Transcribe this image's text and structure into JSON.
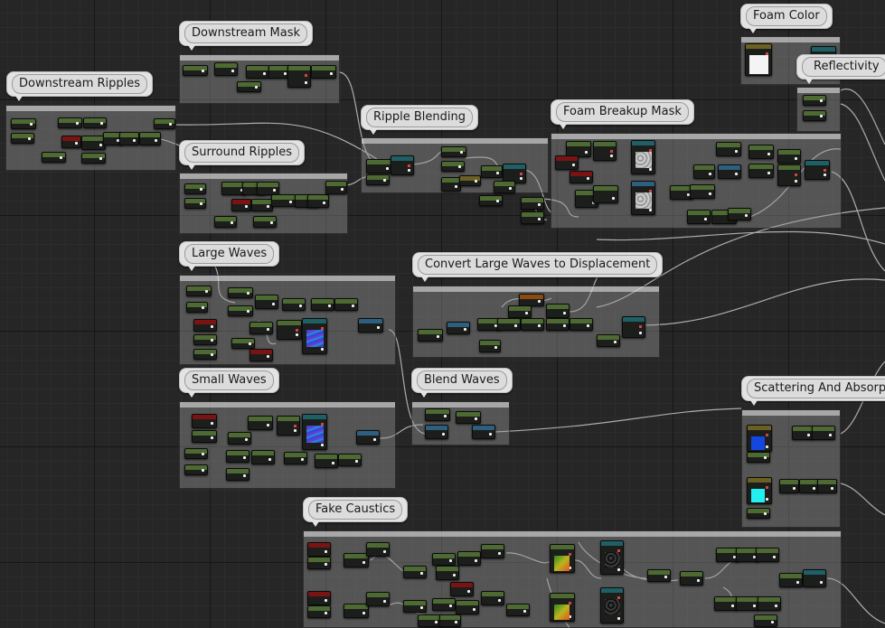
{
  "canvas": {
    "background": "#262626",
    "node_palette": {
      "green": "#4d6a33",
      "red": "#7a1414",
      "teal": "#1f5f66",
      "blue": "#2e5f7e",
      "olive": "#6b6023",
      "orange": "#8a4a12"
    }
  },
  "comments": [
    {
      "title": "Downstream Mask"
    },
    {
      "title": "Downstream Ripples"
    },
    {
      "title": "Surround Ripples"
    },
    {
      "title": "Ripple Blending"
    },
    {
      "title": "Foam Breakup Mask"
    },
    {
      "title": "Foam Color"
    },
    {
      "title": "Reflectivity"
    },
    {
      "title": "Large Waves"
    },
    {
      "title": "Convert Large Waves to Displacement"
    },
    {
      "title": "Small Waves"
    },
    {
      "title": "Blend Waves"
    },
    {
      "title": "Scattering And Absorption"
    },
    {
      "title": "Fake Caustics"
    }
  ],
  "previews": {
    "white": "#f4f4f4",
    "noise_light": "#cfcfcf",
    "normal_blue": "#3b45d6",
    "scatter_blue": "#1446e0",
    "absorb_cyan": "#22f0f0",
    "caustics_grad_from": "#2d8a1e",
    "caustics_grad_to": "#e8501a",
    "noise_dark": "#3a3a3a"
  }
}
